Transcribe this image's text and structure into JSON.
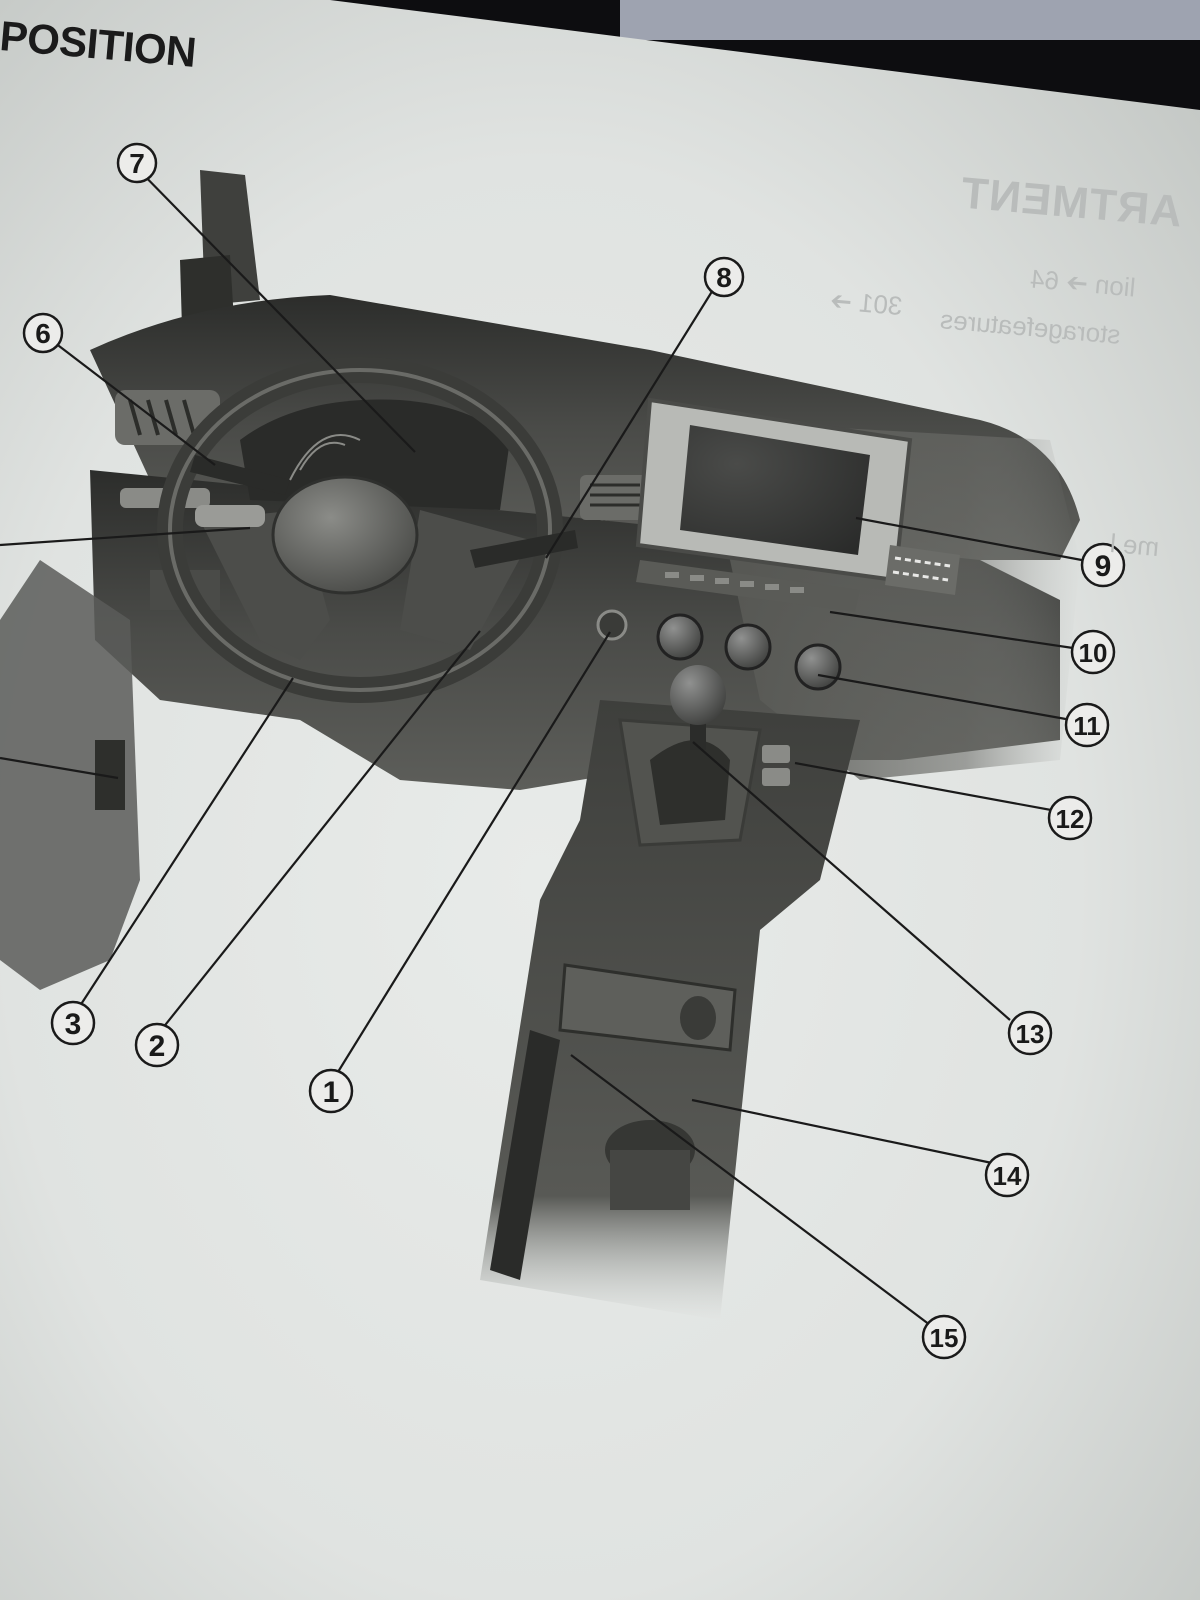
{
  "page": {
    "heading": "POSITION",
    "bleed_through": {
      "title": "ARTMENT",
      "line1": "lion ➔ 64",
      "line2": "301 ➔",
      "line3": "storagefeatures",
      "line4": "me l"
    }
  },
  "callouts": [
    "1",
    "2",
    "3",
    "6",
    "7",
    "8",
    "9",
    "10",
    "11",
    "12",
    "13",
    "14",
    "15"
  ],
  "colors": {
    "paper": "#e4e7e5",
    "paper_shadow": "#c4c8c5",
    "ink": "#1a1a1a",
    "dashboard": "#3b3c39",
    "background_dark": "#0d0d10"
  }
}
